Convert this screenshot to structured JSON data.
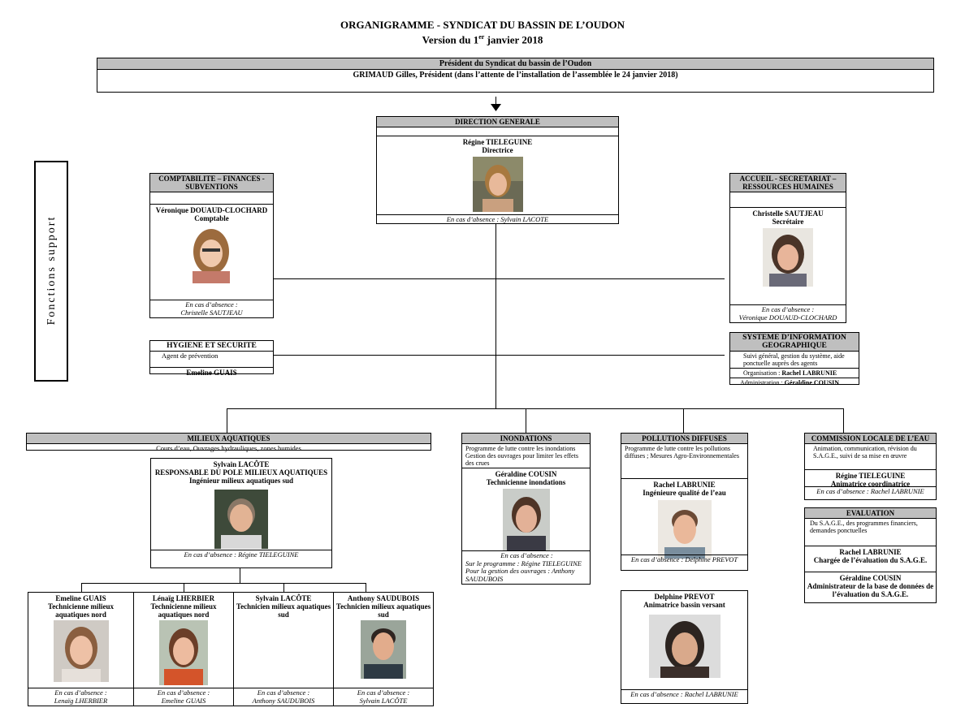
{
  "title": {
    "line1": "ORGANIGRAMME -  SYNDICAT DU BASSIN DE L’OUDON",
    "line2_pre": "Version du 1",
    "line2_sup": "er",
    "line2_post": " janvier 2018"
  },
  "president": {
    "header": "Président du Syndicat du bassin de l’Oudon",
    "name": "GRIMAUD Gilles, Président (dans l’attente de l’installation de l’assemblée le 24 janvier 2018)"
  },
  "direction": {
    "header": "DIRECTION GENERALE",
    "name": "Régine TIELEGUINE",
    "role": "Directrice",
    "absence": "En cas d’absence : Sylvain LACOTE"
  },
  "fonctions_support": "Fonctions support",
  "comptabilite": {
    "header": "COMPTABILITE – FINANCES - SUBVENTIONS",
    "name": "Véronique DOUAUD-CLOCHARD",
    "role": "Comptable",
    "absence_label": "En cas d’absence :",
    "absence_name": "Christelle SAUTJEAU"
  },
  "accueil": {
    "header": "ACCUEIL - SECRETARIAT – RESSOURCES HUMAINES",
    "name": "Christelle SAUTJEAU",
    "role": "Secrétaire",
    "absence_label": "En cas d’absence :",
    "absence_name": "Véronique DOUAUD-CLOCHARD"
  },
  "hygiene": {
    "header": "HYGIENE ET SECURITE",
    "desc": "Agent de prévention",
    "name": "Emeline GUAIS"
  },
  "sig": {
    "header": "SYSTEME D’INFORMATION GEOGRAPHIQUE",
    "desc": "Suivi général, gestion du système, aide ponctuelle auprès des agents",
    "org_label": "Organisation : ",
    "org_name": "Rachel LABRUNIE",
    "admin_label": "Administration : ",
    "admin_name": "Géraldine COUSIN"
  },
  "milieux": {
    "header": "MILIEUX AQUATIQUES",
    "desc": "Cours d’eau, Ouvrages hydrauliques, zones humides",
    "resp_name": "Sylvain LACÔTE",
    "resp_role1": "RESPONSABLE DU POLE MILIEUX AQUATIQUES",
    "resp_role2": "Ingénieur milieux aquatiques sud",
    "resp_absence": "En cas d’absence : Régine TIELEGUINE",
    "team": [
      {
        "name": "Emeline GUAIS",
        "role": "Technicienne milieux aquatiques nord",
        "absence_label": "En cas d’absence :",
        "absence_name": "Lenaïg LHERBIER",
        "photo": "woman-portrait"
      },
      {
        "name": "Lénaïg LHERBIER",
        "role": "Technicienne milieux aquatiques nord",
        "absence_label": "En cas d’absence :",
        "absence_name": "Emeline GUAIS",
        "photo": "woman-portrait"
      },
      {
        "name": "Sylvain LACÔTE",
        "role": "Technicien milieux aquatiques sud",
        "absence_label": "En cas d’absence :",
        "absence_name": "Anthony SAUDUBOIS",
        "photo": ""
      },
      {
        "name": "Anthony SAUDUBOIS",
        "role": "Technicien milieux aquatiques sud",
        "absence_label": "En cas d’absence :",
        "absence_name": "Sylvain LACÔTE",
        "photo": "man-portrait"
      }
    ]
  },
  "inondations": {
    "header": "INONDATIONS",
    "desc": "Programme de lutte contre les inondations Gestion des ouvrages pour limiter les effets des crues",
    "name": "Géraldine COUSIN",
    "role": "Technicienne inondations",
    "absence1": "En cas d’absence :",
    "absence2": "Sur le programme : Régine TIELEGUINE",
    "absence3": "Pour la gestion des ouvrages : Anthony SAUDUBOIS"
  },
  "pollutions": {
    "header": "POLLUTIONS DIFFUSES",
    "desc": "Programme de lutte contre les pollutions diffuses ; Mesures Agro-Environnementales",
    "name": "Rachel LABRUNIE",
    "role": "Ingénieure qualité de l’eau",
    "absence": "En cas d’absence : Delphine PREVOT"
  },
  "delphine": {
    "name": "Delphine PREVOT",
    "role": "Animatrice bassin versant",
    "absence": "En cas d’absence : Rachel LABRUNIE"
  },
  "cle": {
    "header": "COMMISSION LOCALE DE L’EAU",
    "desc": "Animation, communication, révision du S.A.G.E., suivi de sa mise en œuvre",
    "name": "Régine TIELEGUINE",
    "role": "Animatrice coordinatrice",
    "absence": "En cas d’absence : Rachel LABRUNIE"
  },
  "evaluation": {
    "header": "EVALUATION",
    "desc": "Du S.A.G.E., des programmes financiers, demandes ponctuelles",
    "name1": "Rachel LABRUNIE",
    "role1": "Chargée de l’évaluation du S.A.G.E.",
    "name2": "Géraldine COUSIN",
    "role2": "Administrateur de la base de données de l’évaluation du S.A.G.E."
  }
}
